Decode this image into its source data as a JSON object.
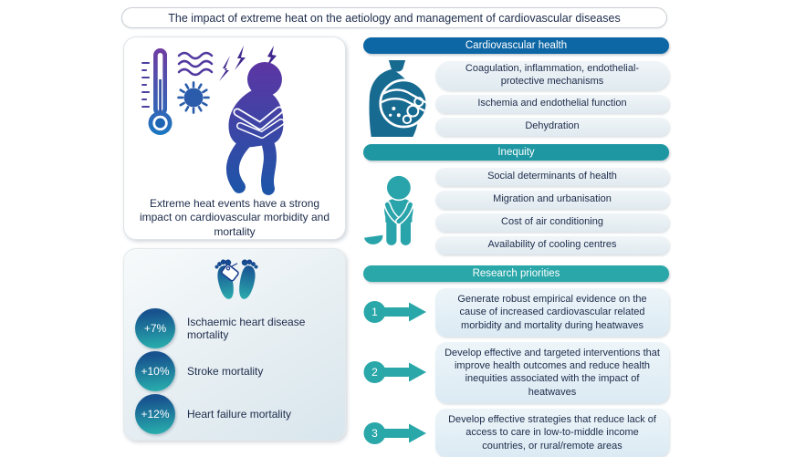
{
  "title": "The impact of extreme heat on the aetiology and management of cardiovascular diseases",
  "colors": {
    "header_blue": "#0e67a5",
    "header_teal": "#1e97a2",
    "accent_teal": "#2aa7a9",
    "text_navy": "#1c2b4a"
  },
  "impact": {
    "caption": "Extreme heat events have a strong impact on cardiovascular morbidity and mortality"
  },
  "mortality": {
    "items": [
      {
        "value": "+7%",
        "label": "Ischaemic heart disease mortality"
      },
      {
        "value": "+10%",
        "label": "Stroke mortality"
      },
      {
        "value": "+12%",
        "label": "Heart failure mortality"
      }
    ]
  },
  "cardiovascular": {
    "header": "Cardiovascular health",
    "items": [
      "Coagulation, inflammation, endothelial-protective mechanisms",
      "Ischemia and endothelial function",
      "Dehydration"
    ]
  },
  "inequity": {
    "header": "Inequity",
    "items": [
      "Social determinants of health",
      "Migration and urbanisation",
      "Cost of air conditioning",
      "Availability of cooling centres"
    ]
  },
  "research": {
    "header": "Research priorities",
    "items": [
      {
        "number": "1",
        "text": "Generate robust empirical evidence on the cause of increased cardiovascular related morbidity and mortality during heatwaves"
      },
      {
        "number": "2",
        "text": "Develop effective and targeted interventions that improve health outcomes and reduce health inequities associated with the impact of heatwaves"
      },
      {
        "number": "3",
        "text": "Develop effective strategies that reduce lack of access to care in low-to-middle income countries, or rural/remote areas"
      }
    ]
  }
}
